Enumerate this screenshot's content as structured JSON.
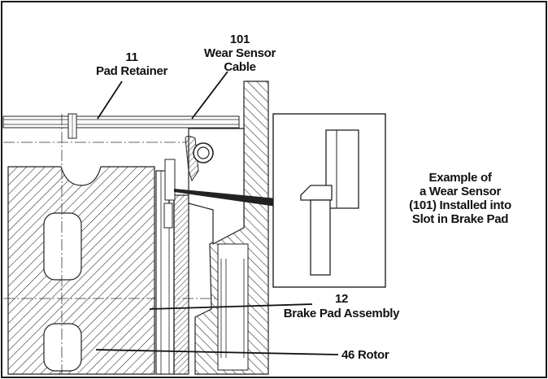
{
  "labels": {
    "pad_retainer_num": "11",
    "pad_retainer_name": "Pad Retainer",
    "wear_sensor_num": "101",
    "wear_sensor_line1": "Wear Sensor",
    "wear_sensor_line2": "Cable",
    "example_line1": "Example of",
    "example_line2": "a Wear Sensor",
    "example_line3": "(101) Installed into",
    "example_line4": "Slot in Brake Pad",
    "brake_pad_num": "12",
    "brake_pad_name": "Brake Pad Assembly",
    "rotor": "46 Rotor"
  },
  "colors": {
    "line": "#1a1a1a",
    "background": "#ffffff"
  }
}
